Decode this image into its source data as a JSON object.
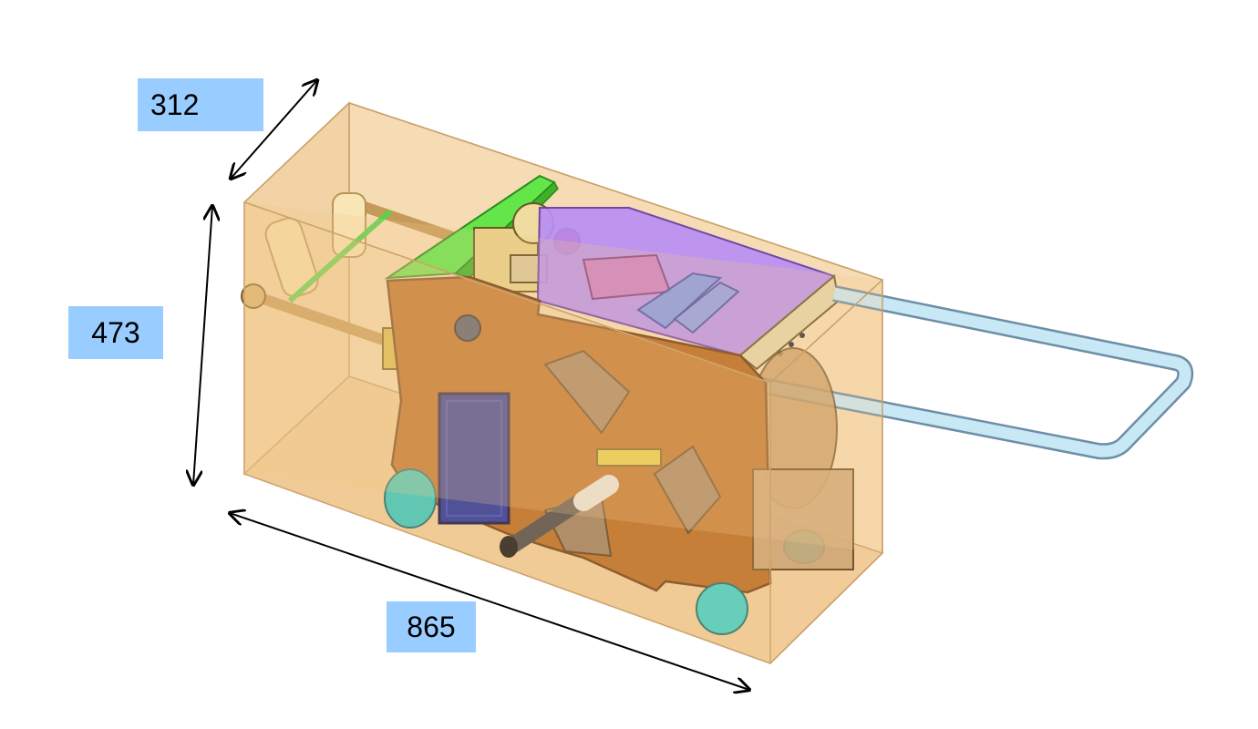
{
  "dimensions": {
    "depth": "312",
    "height": "473",
    "width": "865"
  },
  "colors": {
    "envelope_fill": "#f3c98c",
    "envelope_edge": "#c9a06a",
    "frame_brown": "#b5651d",
    "frame_edge": "#6e3a10",
    "electronics_purple": "#b58af0",
    "cover_green": "#55e040",
    "handle_blue": "#bfe3f0",
    "wheel_teal": "#30c7c0",
    "panel_blue": "#1a2a9a",
    "label_bg": "#99ccff",
    "arrow": "#000000"
  }
}
